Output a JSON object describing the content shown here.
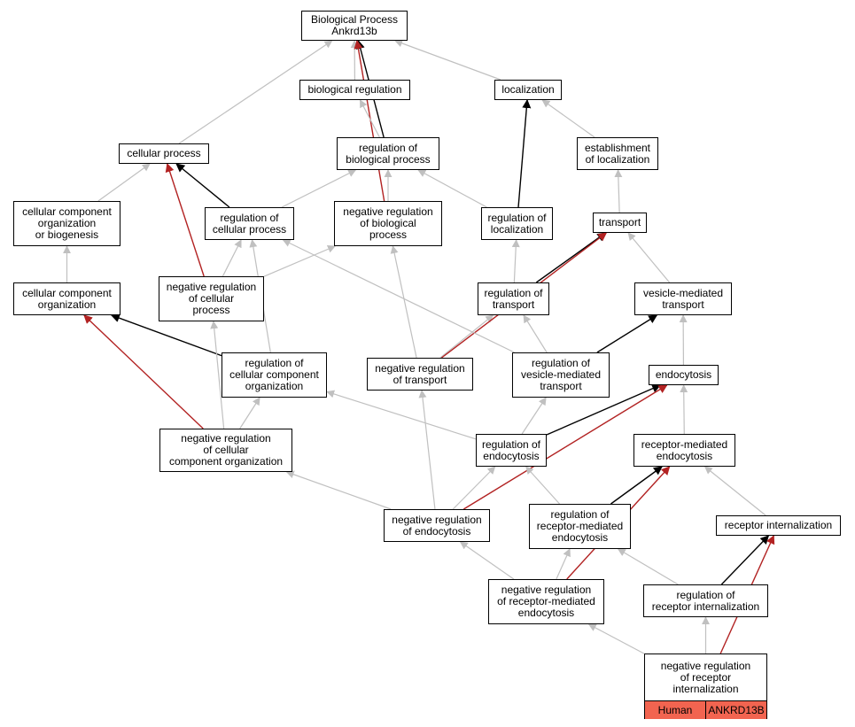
{
  "colors": {
    "gray": "#c0c0c0",
    "black": "#000000",
    "red": "#b22222",
    "highlight": "#f26450"
  },
  "nodes": {
    "root": "Biological Process\nAnkrd13b",
    "biological_regulation": "biological regulation",
    "localization": "localization",
    "cellular_process": "cellular process",
    "regulation_of_biological_process": "regulation of\nbiological process",
    "establishment_of_localization": "establishment\nof localization",
    "cellular_component_organization_or_biogenesis": "cellular component\norganization\nor biogenesis",
    "regulation_of_cellular_process": "regulation of\ncellular process",
    "negative_regulation_of_biological_process": "negative regulation\nof biological\nprocess",
    "regulation_of_localization": "regulation of\nlocalization",
    "transport": "transport",
    "cellular_component_organization": "cellular component\norganization",
    "negative_regulation_of_cellular_process": "negative regulation\nof cellular\nprocess",
    "regulation_of_transport": "regulation of\ntransport",
    "vesicle_mediated_transport": "vesicle-mediated\ntransport",
    "regulation_of_cellular_component_organization": "regulation of\ncellular component\norganization",
    "negative_regulation_of_transport": "negative regulation\nof transport",
    "regulation_of_vesicle_mediated_transport": "regulation of\nvesicle-mediated\ntransport",
    "endocytosis": "endocytosis",
    "negative_regulation_of_cellular_component_organization": "negative regulation\nof cellular\ncomponent organization",
    "regulation_of_endocytosis": "regulation of\nendocytosis",
    "receptor_mediated_endocytosis": "receptor-mediated\nendocytosis",
    "negative_regulation_of_endocytosis": "negative regulation\nof endocytosis",
    "regulation_of_receptor_mediated_endocytosis": "regulation of\nreceptor-mediated\nendocytosis",
    "receptor_internalization": "receptor internalization",
    "negative_regulation_of_receptor_mediated_endocytosis": "negative regulation\nof receptor-mediated\nendocytosis",
    "regulation_of_receptor_internalization": "regulation of\nreceptor internalization",
    "negative_regulation_of_receptor_internalization": "negative regulation\nof receptor\ninternalization"
  },
  "leaf_tags": {
    "species": "Human",
    "gene": "ANKRD13B"
  },
  "edges": [
    {
      "from": "biological_regulation",
      "to": "root",
      "kind": "gray"
    },
    {
      "from": "localization",
      "to": "root",
      "kind": "gray"
    },
    {
      "from": "cellular_process",
      "to": "root",
      "kind": "gray"
    },
    {
      "from": "regulation_of_biological_process",
      "to": "root",
      "kind": "black"
    },
    {
      "from": "negative_regulation_of_biological_process",
      "to": "root",
      "kind": "red"
    },
    {
      "from": "regulation_of_biological_process",
      "to": "biological_regulation",
      "kind": "gray"
    },
    {
      "from": "establishment_of_localization",
      "to": "localization",
      "kind": "gray"
    },
    {
      "from": "regulation_of_localization",
      "to": "localization",
      "kind": "black"
    },
    {
      "from": "cellular_component_organization_or_biogenesis",
      "to": "cellular_process",
      "kind": "gray"
    },
    {
      "from": "regulation_of_cellular_process",
      "to": "cellular_process",
      "kind": "black"
    },
    {
      "from": "negative_regulation_of_cellular_process",
      "to": "cellular_process",
      "kind": "red"
    },
    {
      "from": "regulation_of_cellular_process",
      "to": "regulation_of_biological_process",
      "kind": "gray"
    },
    {
      "from": "negative_regulation_of_biological_process",
      "to": "regulation_of_biological_process",
      "kind": "gray"
    },
    {
      "from": "regulation_of_localization",
      "to": "regulation_of_biological_process",
      "kind": "gray"
    },
    {
      "from": "transport",
      "to": "establishment_of_localization",
      "kind": "gray"
    },
    {
      "from": "cellular_component_organization",
      "to": "cellular_component_organization_or_biogenesis",
      "kind": "gray"
    },
    {
      "from": "negative_regulation_of_cellular_process",
      "to": "regulation_of_cellular_process",
      "kind": "gray"
    },
    {
      "from": "negative_regulation_of_cellular_process",
      "to": "negative_regulation_of_biological_process",
      "kind": "gray"
    },
    {
      "from": "regulation_of_transport",
      "to": "regulation_of_localization",
      "kind": "gray"
    },
    {
      "from": "regulation_of_transport",
      "to": "transport",
      "kind": "black"
    },
    {
      "from": "vesicle_mediated_transport",
      "to": "transport",
      "kind": "gray"
    },
    {
      "from": "regulation_of_cellular_component_organization",
      "to": "cellular_component_organization",
      "kind": "black"
    },
    {
      "from": "regulation_of_cellular_component_organization",
      "to": "regulation_of_cellular_process",
      "kind": "gray"
    },
    {
      "from": "negative_regulation_of_transport",
      "to": "regulation_of_transport",
      "kind": "gray"
    },
    {
      "from": "negative_regulation_of_transport",
      "to": "negative_regulation_of_biological_process",
      "kind": "gray"
    },
    {
      "from": "negative_regulation_of_transport",
      "to": "transport",
      "kind": "red"
    },
    {
      "from": "regulation_of_vesicle_mediated_transport",
      "to": "regulation_of_transport",
      "kind": "gray"
    },
    {
      "from": "regulation_of_vesicle_mediated_transport",
      "to": "vesicle_mediated_transport",
      "kind": "black"
    },
    {
      "from": "regulation_of_vesicle_mediated_transport",
      "to": "regulation_of_cellular_process",
      "kind": "gray"
    },
    {
      "from": "endocytosis",
      "to": "vesicle_mediated_transport",
      "kind": "gray"
    },
    {
      "from": "negative_regulation_of_cellular_component_organization",
      "to": "cellular_component_organization",
      "kind": "red"
    },
    {
      "from": "negative_regulation_of_cellular_component_organization",
      "to": "regulation_of_cellular_component_organization",
      "kind": "gray"
    },
    {
      "from": "negative_regulation_of_cellular_component_organization",
      "to": "negative_regulation_of_cellular_process",
      "kind": "gray"
    },
    {
      "from": "regulation_of_endocytosis",
      "to": "regulation_of_vesicle_mediated_transport",
      "kind": "gray"
    },
    {
      "from": "regulation_of_endocytosis",
      "to": "endocytosis",
      "kind": "black"
    },
    {
      "from": "regulation_of_endocytosis",
      "to": "regulation_of_cellular_component_organization",
      "kind": "gray"
    },
    {
      "from": "receptor_mediated_endocytosis",
      "to": "endocytosis",
      "kind": "gray"
    },
    {
      "from": "negative_regulation_of_endocytosis",
      "to": "regulation_of_endocytosis",
      "kind": "gray"
    },
    {
      "from": "negative_regulation_of_endocytosis",
      "to": "negative_regulation_of_transport",
      "kind": "gray"
    },
    {
      "from": "negative_regulation_of_endocytosis",
      "to": "negative_regulation_of_cellular_component_organization",
      "kind": "gray"
    },
    {
      "from": "negative_regulation_of_endocytosis",
      "to": "endocytosis",
      "kind": "red"
    },
    {
      "from": "regulation_of_receptor_mediated_endocytosis",
      "to": "regulation_of_endocytosis",
      "kind": "gray"
    },
    {
      "from": "regulation_of_receptor_mediated_endocytosis",
      "to": "receptor_mediated_endocytosis",
      "kind": "black"
    },
    {
      "from": "receptor_internalization",
      "to": "receptor_mediated_endocytosis",
      "kind": "gray"
    },
    {
      "from": "negative_regulation_of_receptor_mediated_endocytosis",
      "to": "regulation_of_receptor_mediated_endocytosis",
      "kind": "gray"
    },
    {
      "from": "negative_regulation_of_receptor_mediated_endocytosis",
      "to": "negative_regulation_of_endocytosis",
      "kind": "gray"
    },
    {
      "from": "negative_regulation_of_receptor_mediated_endocytosis",
      "to": "receptor_mediated_endocytosis",
      "kind": "red"
    },
    {
      "from": "regulation_of_receptor_internalization",
      "to": "regulation_of_receptor_mediated_endocytosis",
      "kind": "gray"
    },
    {
      "from": "regulation_of_receptor_internalization",
      "to": "receptor_internalization",
      "kind": "black"
    },
    {
      "from": "negative_regulation_of_receptor_internalization",
      "to": "regulation_of_receptor_internalization",
      "kind": "gray"
    },
    {
      "from": "negative_regulation_of_receptor_internalization",
      "to": "negative_regulation_of_receptor_mediated_endocytosis",
      "kind": "gray"
    },
    {
      "from": "negative_regulation_of_receptor_internalization",
      "to": "receptor_internalization",
      "kind": "red"
    }
  ]
}
